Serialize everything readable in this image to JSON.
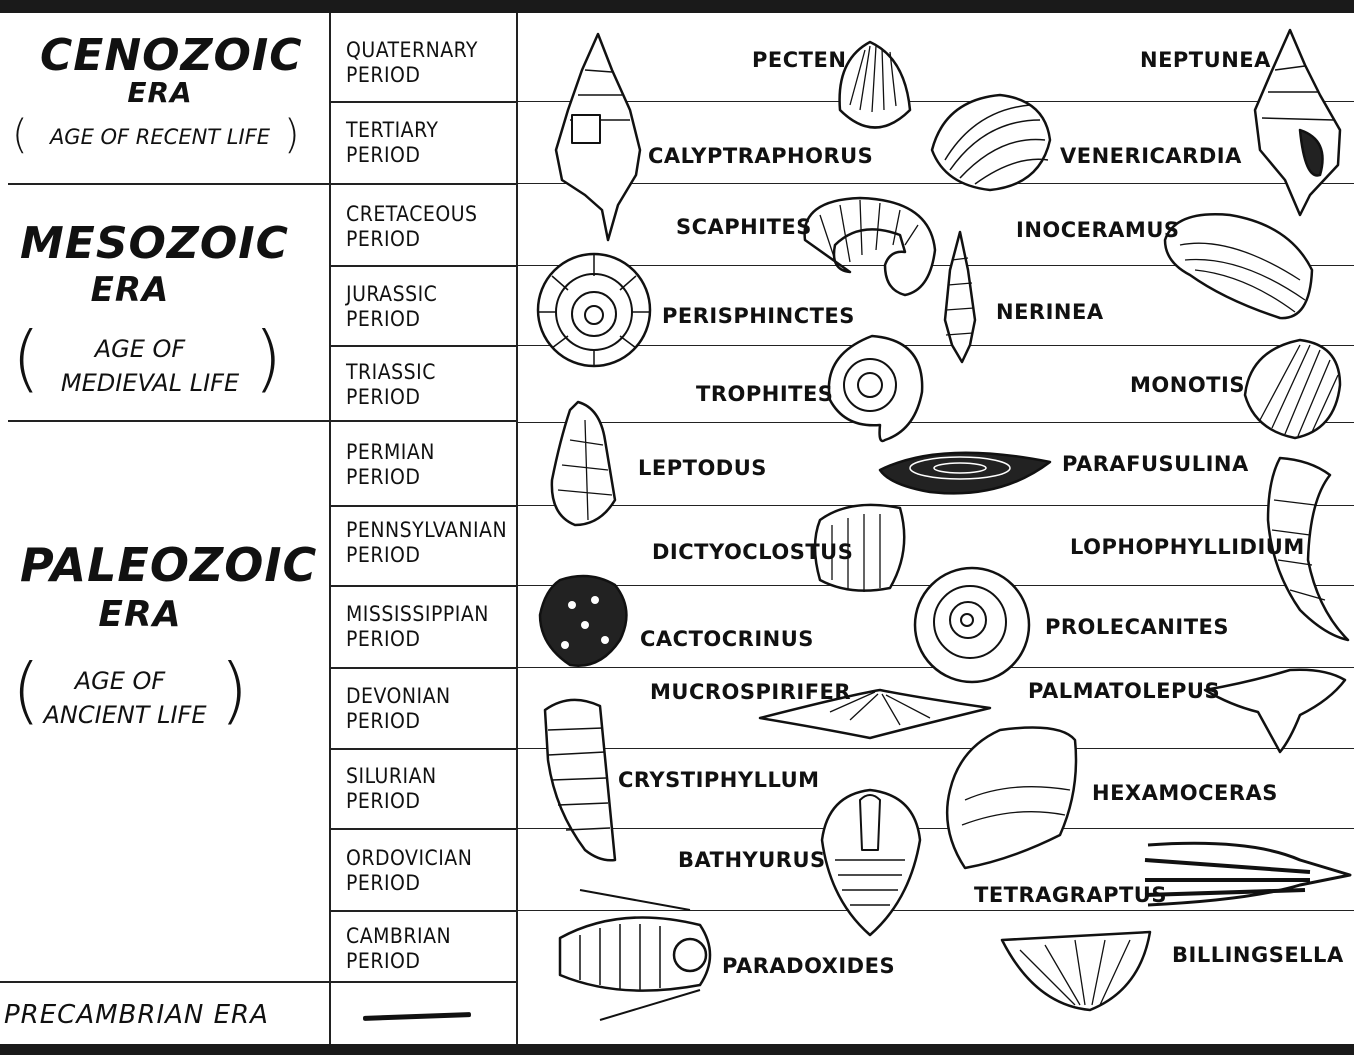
{
  "eras": [
    {
      "name_line1": "CENOZOIC",
      "name_line2": "ERA",
      "subtitle": "AGE OF RECENT LIFE"
    },
    {
      "name_line1": "MESOZOIC",
      "name_line2": "ERA",
      "subtitle_line1": "AGE OF",
      "subtitle_line2": "MEDIEVAL LIFE"
    },
    {
      "name_line1": "PALEOZOIC",
      "name_line2": "ERA",
      "subtitle_line1": "AGE OF",
      "subtitle_line2": "ANCIENT LIFE"
    }
  ],
  "precambrian": "PRECAMBRIAN ERA",
  "periods": [
    {
      "line1": "QUATERNARY",
      "line2": "PERIOD"
    },
    {
      "line1": "TERTIARY",
      "line2": "PERIOD"
    },
    {
      "line1": "CRETACEOUS",
      "line2": "PERIOD"
    },
    {
      "line1": "JURASSIC",
      "line2": "PERIOD"
    },
    {
      "line1": "TRIASSIC",
      "line2": "PERIOD"
    },
    {
      "line1": "PERMIAN",
      "line2": "PERIOD"
    },
    {
      "line1": "PENNSYLVANIAN",
      "line2": "PERIOD"
    },
    {
      "line1": "MISSISSIPPIAN",
      "line2": "PERIOD"
    },
    {
      "line1": "DEVONIAN",
      "line2": "PERIOD"
    },
    {
      "line1": "SILURIAN",
      "line2": "PERIOD"
    },
    {
      "line1": "ORDOVICIAN",
      "line2": "PERIOD"
    },
    {
      "line1": "CAMBRIAN",
      "line2": "PERIOD"
    }
  ],
  "fossils": {
    "pecten": "PECTEN",
    "neptunea": "NEPTUNEA",
    "calyptraphorus": "CALYPTRAPHORUS",
    "venericardia": "VENERICARDIA",
    "scaphites": "SCAPHITES",
    "inoceramus": "INOCERAMUS",
    "perisphinctes": "PERISPHINCTES",
    "nerinea": "NERINEA",
    "trophites": "TROPHITES",
    "monotis": "MONOTIS",
    "leptodus": "LEPTODUS",
    "parafusulina": "PARAFUSULINA",
    "dictyoclostus": "DICTYOCLOSTUS",
    "lophophyllidium": "LOPHOPHYLLIDIUM",
    "cactocrinus": "CACTOCRINUS",
    "prolecanites": "PROLECANITES",
    "mucrospirifer": "MUCROSPIRIFER",
    "palmatolepus": "PALMATOLEPUS",
    "crystiphyllum": "CRYSTIPHYLLUM",
    "hexamoceras": "HEXAMOCERAS",
    "bathyurus": "BATHYURUS",
    "tetragraptus": "TETRAGRAPTUS",
    "paradoxides": "PARADOXIDES",
    "billingsella": "BILLINGSELLA"
  }
}
